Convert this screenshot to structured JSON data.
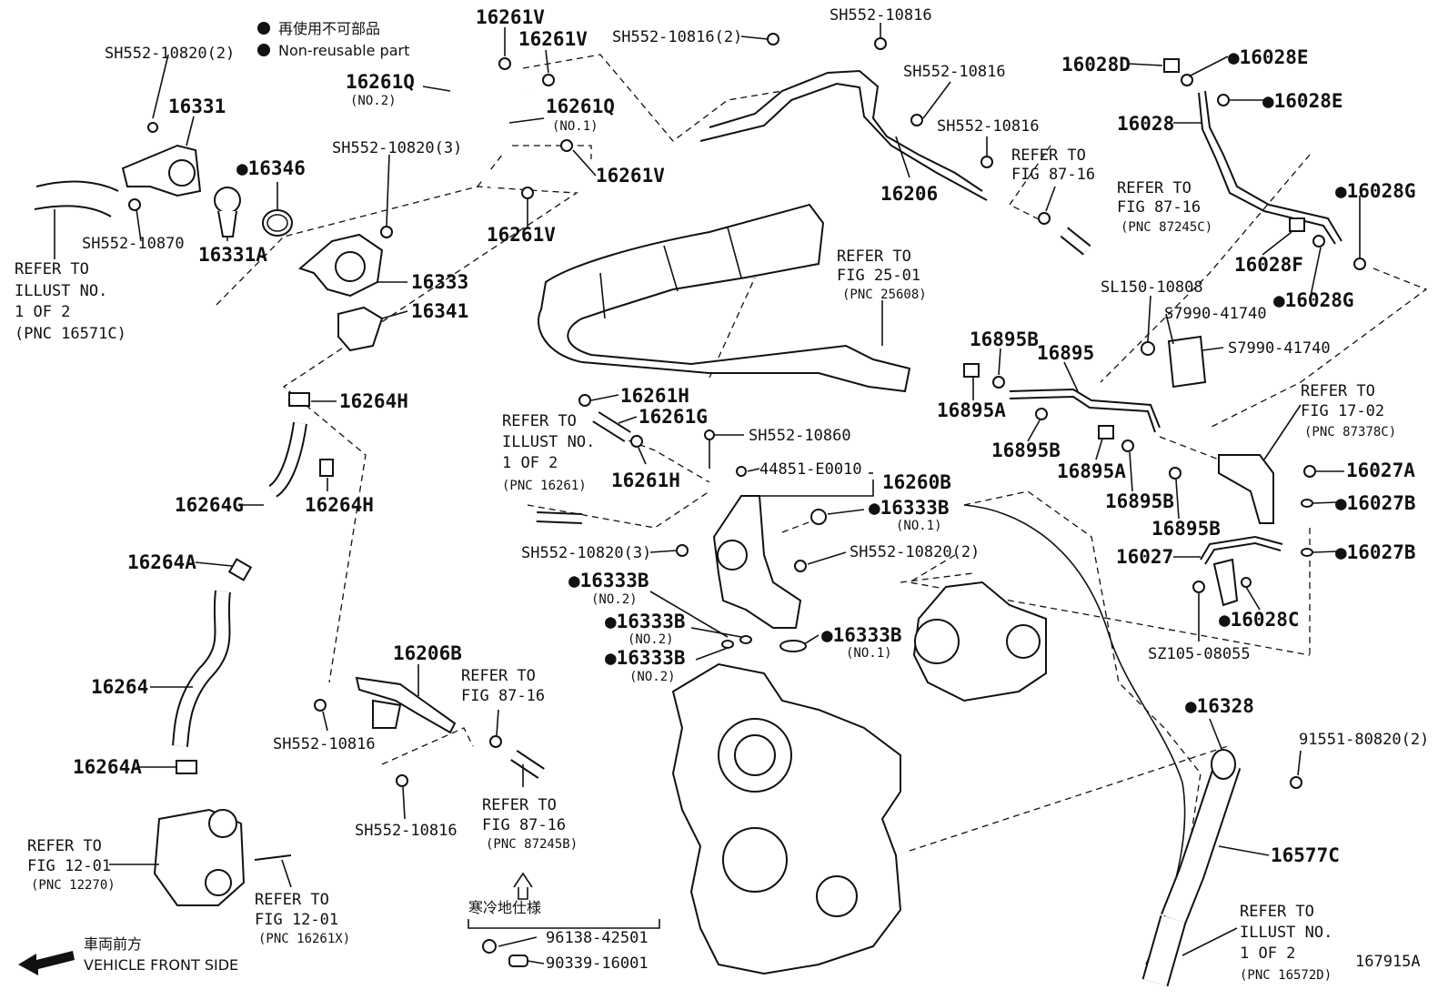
{
  "legend": {
    "jp": "再使用不可部品",
    "en": "Non-reusable part"
  },
  "figure_id": "167915A",
  "vehicle_front": {
    "jp": "車両前方",
    "en": "VEHICLE FRONT SIDE"
  },
  "cold_spec_jp": "寒冷地仕様",
  "refer_to": "REFER TO",
  "illust_no": "ILLUST NO.",
  "one_of_two": "1 OF 2",
  "labels": {
    "p16331": "16331",
    "sh_10820_2_a": "SH552-10820(2)",
    "p16346": "●16346",
    "sh_10870": "SH552-10870",
    "p16331A": "16331A",
    "pnc16571C": "(PNC 16571C)",
    "p16261V_1": "16261V",
    "p16261V_2": "16261V",
    "p16261Q_a": "16261Q",
    "no2_a": "(NO.2)",
    "p16261Q_b": "16261Q",
    "no1_a": "(NO.1)",
    "sh_10820_3_a": "SH552-10820(3)",
    "p16261V_3": "16261V",
    "p16261V_4": "16261V",
    "p16333": "16333",
    "p16341": "16341",
    "p16264H_a": "16264H",
    "p16264G": "16264G",
    "p16264H_b": "16264H",
    "p16264A_a": "16264A",
    "p16264": "16264",
    "p16264A_b": "16264A",
    "fig1201_a": "FIG 12-01",
    "pnc12270": "(PNC 12270)",
    "fig1201_b": "FIG 12-01",
    "pnc16261X": "(PNC 16261X)",
    "p16206B": "16206B",
    "sh_10816_a": "SH552-10816",
    "sh_10816_b": "SH552-10816",
    "fig8716_a": "FIG 87-16",
    "fig8716_b": "FIG 87-16",
    "pnc87245B": "(PNC 87245B)",
    "p96138": "96138-42501",
    "p90339": "90339-16001",
    "sh_10816_2": "SH552-10816(2)",
    "sh_10816_c": "SH552-10816",
    "sh_10816_d": "SH552-10816",
    "sh_10816_e": "SH552-10816",
    "p16206": "16206",
    "fig8716_c": "FIG 87-16",
    "fig8716_d": "FIG 87-16",
    "pnc87245C": "(PNC 87245C)",
    "fig2501": "FIG 25-01",
    "pnc25608": "(PNC 25608)",
    "p16261H_a": "16261H",
    "p16261G": "16261G",
    "p16261H_b": "16261H",
    "pnc16261": "(PNC 16261)",
    "sh_10860": "SH552-10860",
    "p44851": "44851-E0010",
    "p16260B": "16260B",
    "p16333B_a": "●16333B",
    "no1_b": "(NO.1)",
    "sh_10820_2_b": "SH552-10820(2)",
    "sh_10820_3_b": "SH552-10820(3)",
    "p16333B_b": "●16333B",
    "no2_b": "(NO.2)",
    "p16333B_c": "●16333B",
    "no2_c": "(NO.2)",
    "p16333B_d": "●16333B",
    "no2_d": "(NO.2)",
    "p16333B_e": "●16333B",
    "no1_c": "(NO.1)",
    "p16028D": "16028D",
    "p16028E_a": "●16028E",
    "p16028": "16028",
    "p16028E_b": "●16028E",
    "p16028G_a": "●16028G",
    "p16028F": "16028F",
    "p16028G_b": "●16028G",
    "sl150": "SL150-10808",
    "s7990_a": "S7990-41740",
    "s7990_b": "S7990-41740",
    "p16895B_a": "16895B",
    "p16895": "16895",
    "p16895A_a": "16895A",
    "p16895B_b": "16895B",
    "p16895A_b": "16895A",
    "p16895B_c": "16895B",
    "p16895B_d": "16895B",
    "fig1702": "FIG 17-02",
    "pnc87378C": "(PNC 87378C)",
    "p16027A": "16027A",
    "p16027B_a": "●16027B",
    "p16027": "16027",
    "p16027B_b": "●16027B",
    "p16028C": "●16028C",
    "sz105": "SZ105-08055",
    "p16328": "●16328",
    "p91551": "91551-80820(2)",
    "p16577C": "16577C",
    "pnc16572D": "(PNC 16572D)"
  }
}
